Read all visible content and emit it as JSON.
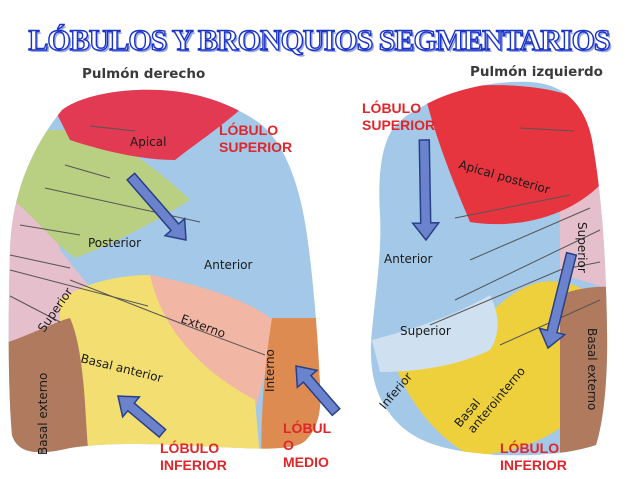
{
  "title": "LÓBULOS Y BRONQUIOS SEGMENTARIOS",
  "headers": {
    "right_lung": "Pulmón derecho",
    "left_lung": "Pulmón izquierdo"
  },
  "segments": {
    "apical": "Apical",
    "posterior": "Posterior",
    "anterior_r": "Anterior",
    "externo": "Externo",
    "interno": "Interno",
    "superior_r": "Superior",
    "basal_anterior": "Basal anterior",
    "basal_externo_r": "Basal externo",
    "apical_posterior": "Apical posterior",
    "anterior_l": "Anterior",
    "superior_l_side": "Superior",
    "superior_l": "Superior",
    "inferior": "Inferior",
    "basal_anterointerno": "Basal anterointerno",
    "basal_externo_l": "Basal externo"
  },
  "lobes": {
    "r_superior": "LÓBULO\nSUPERIOR",
    "r_inferior": "LÓBULO\nINFERIOR",
    "r_medio": "LÓBUL\nO\nMEDIO",
    "l_superior": "LÓBULO\nSUPERIOR",
    "l_inferior": "LÓBULO\nINFERIOR"
  },
  "colors": {
    "title_fill": "#ffffff",
    "title_outline": "#1a34c8",
    "lobe_label": "#e0262a",
    "arrow_fill": "#6a83cc",
    "arrow_outline": "#2a3f86",
    "apical": "#e23a52",
    "posterior": "#b9cf82",
    "anterior": "#a3c8e8",
    "externo": "#f2b7a4",
    "interno": "#de8b52",
    "superior": "#e6bfcc",
    "basal_anterior": "#f3de72",
    "basal_externo": "#b07a5e",
    "apical_posterior": "#e7353f",
    "inferior": "#eed03c"
  }
}
